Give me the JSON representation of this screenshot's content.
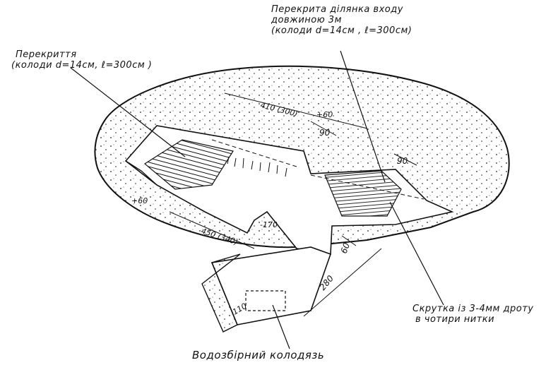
{
  "labels": {
    "entrance_cover": [
      "Перекрита  ділянка  входу",
      "довжиною 3м",
      "(колоди d=14см , ℓ=300см)"
    ],
    "cover": [
      "Перекриття",
      "(колоди  d=14см, ℓ=300см )"
    ],
    "wire_twist": [
      "Скрутка із 3-4мм дроту",
      "в  чотири   нитки"
    ],
    "drain_well": "Водозбірний колодязь"
  },
  "dimensions": {
    "len_top": "410 (300)",
    "plus60_top": "+60",
    "w90_a": "90",
    "w90_b": "90",
    "plus60_left": "+60",
    "len_bottom": "450 (340)",
    "depth": "-170",
    "w60": "60",
    "len280": "280",
    "w110": "110"
  },
  "colors": {
    "ink": "#111111",
    "paper": "#ffffff"
  }
}
